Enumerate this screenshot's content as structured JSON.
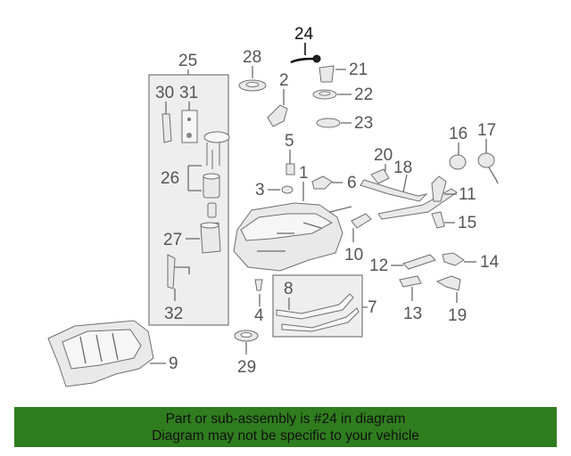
{
  "callouts": {
    "c1": "1",
    "c2": "2",
    "c3": "3",
    "c4": "4",
    "c5": "5",
    "c6": "6",
    "c7": "7",
    "c8": "8",
    "c9": "9",
    "c10": "10",
    "c11": "11",
    "c12": "12",
    "c13": "13",
    "c14": "14",
    "c15": "15",
    "c16": "16",
    "c17": "17",
    "c18": "18",
    "c19": "19",
    "c20": "20",
    "c21": "21",
    "c22": "22",
    "c23": "23",
    "c24": "24",
    "c25": "25",
    "c26": "26",
    "c27": "27",
    "c28": "28",
    "c29": "29",
    "c30": "30",
    "c31": "31",
    "c32": "32"
  },
  "highlighted_part": "24",
  "colors": {
    "banner_bg": "#2f7d1e",
    "banner_text": "#111111",
    "part_line": "#6f6f6f",
    "highlight": "#111111"
  },
  "banner": {
    "line1": "Part or sub-assembly is #24 in diagram",
    "line2": "Diagram may not be specific to your vehicle"
  }
}
